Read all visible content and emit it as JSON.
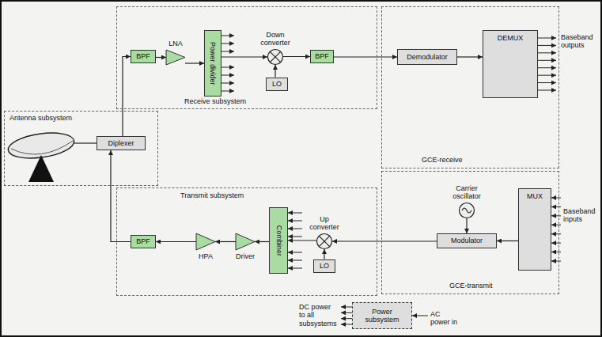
{
  "diagram": {
    "nodes": [
      {
        "text": [
          "Antenna subsystem"
        ]
      },
      {
        "text": [
          "Diplexer"
        ],
        "in": 0
      },
      {
        "text": [
          "Receive subsystem"
        ]
      },
      {
        "text": [
          "BPF"
        ],
        "in": 2
      },
      {
        "text": [
          "LNA"
        ],
        "in": 2
      },
      {
        "text": [
          "Power divider"
        ],
        "in": 2
      },
      {
        "text": [
          "Down converter"
        ],
        "in": 2
      },
      {
        "text": [
          "LO"
        ],
        "in": 2
      },
      {
        "text": [
          "BPF"
        ],
        "in": 2
      },
      {
        "text": [
          "GCE-receive"
        ]
      },
      {
        "text": [
          "Demodulator"
        ],
        "in": 9
      },
      {
        "text": [
          "DEMUX"
        ],
        "in": 9
      },
      {
        "text": [
          "Transmit subsystem"
        ]
      },
      {
        "text": [
          "BPF"
        ],
        "in": 12
      },
      {
        "text": [
          "HPA"
        ],
        "in": 12
      },
      {
        "text": [
          "Driver"
        ],
        "in": 12
      },
      {
        "text": [
          "Combiner"
        ],
        "in": 12
      },
      {
        "text": [
          "Up converter"
        ],
        "in": 12
      },
      {
        "text": [
          "LO"
        ],
        "in": 12
      },
      {
        "text": [
          "GCE-transmit"
        ]
      },
      {
        "text": [
          "Carrier oscillator"
        ],
        "in": 19
      },
      {
        "text": [
          "Modulator"
        ],
        "in": 19
      },
      {
        "text": [
          "MUX"
        ],
        "in": 19
      },
      {
        "text": [
          "Power subsystem"
        ]
      }
    ],
    "edges": [
      {
        "from": 1,
        "to": 3,
        "arrow": "to"
      },
      {
        "from": 3,
        "to": 4,
        "arrow": "to"
      },
      {
        "from": 4,
        "to": 5,
        "arrow": "to"
      },
      {
        "from": 5,
        "to": 6,
        "arrow": "to"
      },
      {
        "from": 7,
        "to": 6,
        "arrow": "to"
      },
      {
        "from": 6,
        "to": 8,
        "arrow": "to"
      },
      {
        "from": 8,
        "to": 10,
        "arrow": "to"
      },
      {
        "from": 10,
        "to": 11,
        "arrow": "to"
      },
      {
        "from": 22,
        "to": 21,
        "arrow": "to"
      },
      {
        "from": 20,
        "to": 21,
        "arrow": "to"
      },
      {
        "from": 21,
        "to": 17,
        "arrow": "to"
      },
      {
        "from": 18,
        "to": 17,
        "arrow": "to"
      },
      {
        "from": 17,
        "to": 16,
        "arrow": "to"
      },
      {
        "from": 16,
        "to": 15,
        "arrow": "to"
      },
      {
        "from": 15,
        "to": 14,
        "arrow": "to"
      },
      {
        "from": 14,
        "to": 13,
        "arrow": "to"
      },
      {
        "from": 13,
        "to": 1,
        "arrow": "to"
      }
    ],
    "labels": [
      "Baseband outputs",
      "Baseband inputs",
      "DC power to all subsystems",
      "AC power in"
    ]
  }
}
